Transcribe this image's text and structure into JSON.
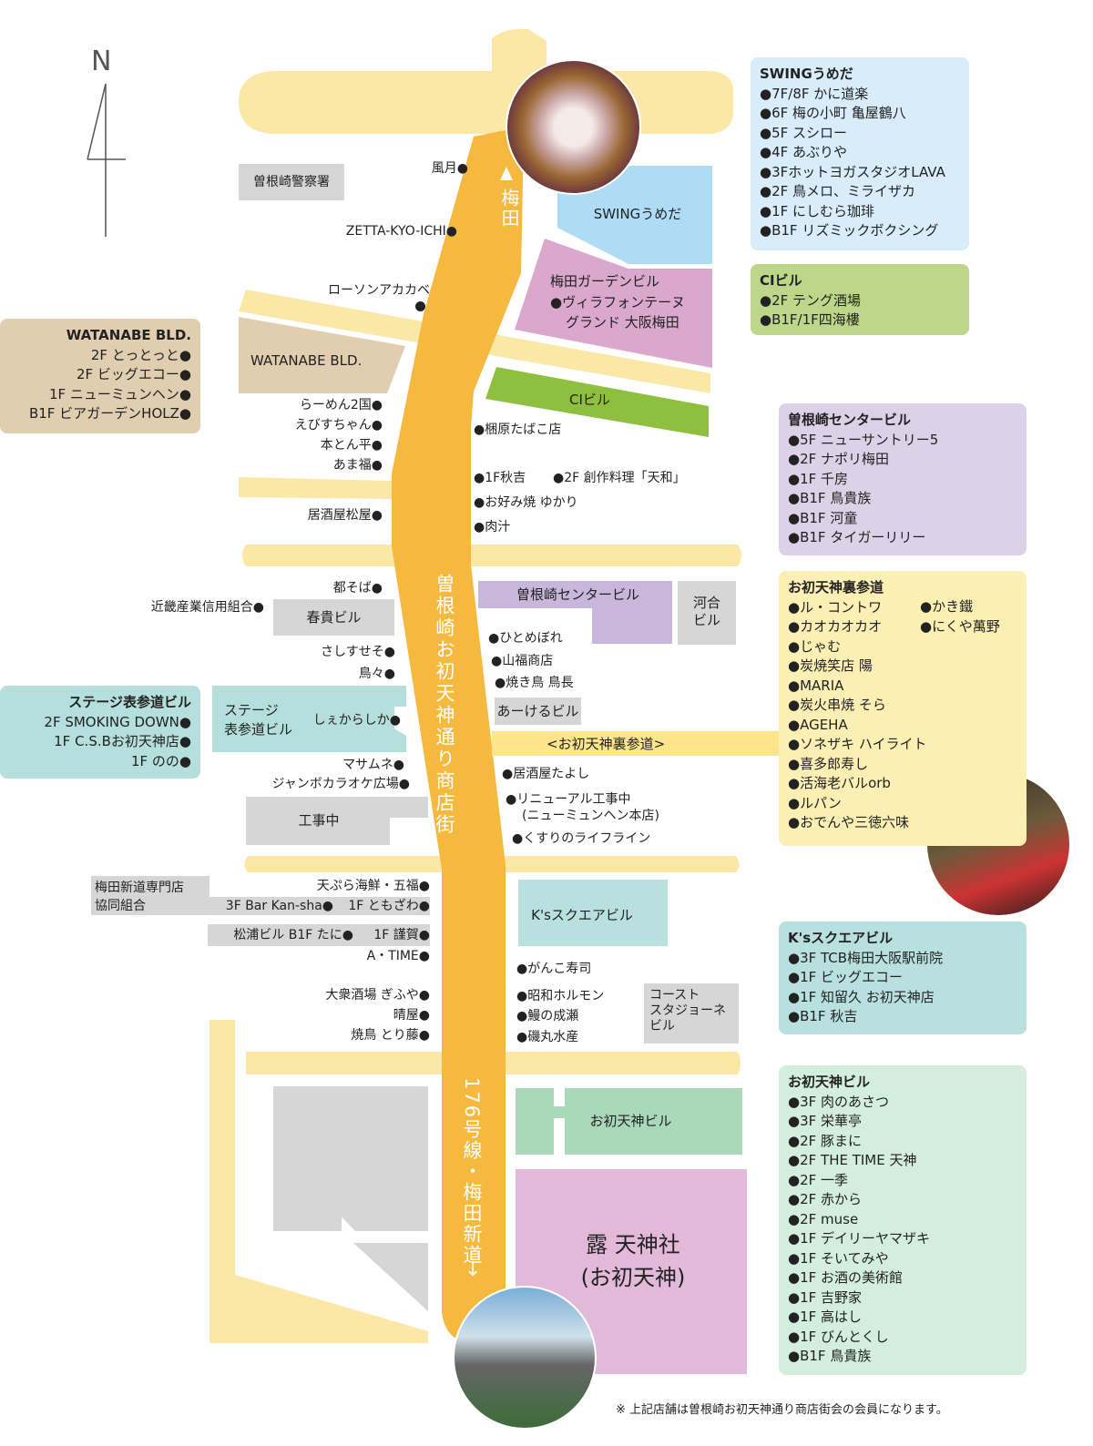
{
  "compass": {
    "letter": "N"
  },
  "streets": {
    "main_street": "曽根崎お初天神通り商店街",
    "umeda_label": "梅田",
    "route176": "176号線・梅田新道",
    "route_arrow": "↓",
    "ura_sando": "<お初天神裏参道>"
  },
  "buildings": {
    "police": "曽根崎警察署",
    "swing": "SWINGうめだ",
    "umeda_garden": "梅田ガーデンビル",
    "umeda_garden_sub1": "●ヴィラフォンテーヌ",
    "umeda_garden_sub2": "グランド 大阪梅田",
    "watanabe": "WATANABE BLD.",
    "ci": "CIビル",
    "sonezaki_center": "曽根崎センタービル",
    "kawai": "河合\nビル",
    "harutaka": "春貴ビル",
    "stage": "ステージ\n表参道ビル",
    "akeru": "あーけるビル",
    "koji": "工事中",
    "senmonten": "梅田新道専門店\n協同組合",
    "ks_square": "K'sスクエアビル",
    "coast": "コースト\nスタジョーネ\nビル",
    "ohatsu_bldg": "お初天神ビル",
    "shrine_line1": "露 天神社",
    "shrine_line2": "(お初天神)"
  },
  "shops_left": [
    "風月●",
    "ZETTA-KYO-ICHI●",
    "ローソンアカカベ",
    "らーめん2国●",
    "えびすちゃん●",
    "本とん平●",
    "あま福●",
    "居酒屋松屋●",
    "都そば●",
    "近畿産業信用組合●",
    "さしすせそ●",
    "鳥々●",
    "しぇからしか●",
    "マサムネ●",
    "ジャンボカラオケ広場●",
    "天ぷら海鮮・五福●",
    "3F Bar Kan-sha●",
    "1F ともざわ●",
    "松浦ビル B1F たに●",
    "1F 謹賀●",
    "A・TIME●",
    "大衆酒場 ぎふや●",
    "晴屋●",
    "焼鳥 とり藤●"
  ],
  "shops_right": [
    "●梱原たばこ店",
    "●1F秋吉",
    "●2F 創作料理「天和」",
    "●お好み焼 ゆかり",
    "●肉汁",
    "●ひとめぼれ",
    "●山福商店",
    "●焼き鳥 鳥長",
    "●居酒屋たよし",
    "●リニューアル工事中",
    "(ニューミュンヘン本店)",
    "●くすりのライフライン",
    "●がんこ寿司",
    "●昭和ホルモン",
    "●鰻の成瀬",
    "●磯丸水産"
  ],
  "panels": {
    "swing": {
      "title": "SWINGうめだ",
      "items": [
        "●7F/8F かに道楽",
        "●6F 梅の小町 亀屋鶴八",
        "●5F スシロー",
        "●4F あぶりや",
        "●3FホットヨガスタジオLAVA",
        "●2F 鳥メロ、ミライザカ",
        "●1F にしむら珈琲",
        "●B1F リズミックボクシング"
      ]
    },
    "ci": {
      "title": "CIビル",
      "items": [
        "●2F テング酒場",
        "●B1F/1F四海樓"
      ]
    },
    "watanabe": {
      "title": "WATANABE BLD.",
      "items": [
        "2F とっとっと●",
        "2F ビッグエコー●",
        "1F ニューミュンヘン●",
        "B1F ビアガーデンHOLZ●"
      ]
    },
    "sonezaki": {
      "title": "曽根崎センタービル",
      "items": [
        "●5F ニューサントリー5",
        "●2F ナポリ梅田",
        "●1F 千房",
        "●B1F 鳥貴族",
        "●B1F 河童",
        "●B1F タイガーリリー"
      ]
    },
    "ura": {
      "title": "お初天神裏参道",
      "col1": [
        "●ル・コントワ",
        "●カオカオカオ",
        "●じゃむ",
        "●炭焼笑店 陽",
        "●MARIA",
        "●炭火串焼 そら",
        "●AGEHA",
        "●ソネザキ ハイライト",
        "●喜多郎寿し",
        "●活海老バルorb",
        "●ルパン",
        "●おでんや三徳六味"
      ],
      "col2": [
        "●かき鐵",
        "●にくや萬野"
      ]
    },
    "stage": {
      "title": "ステージ表参道ビル",
      "items": [
        "2F SMOKING DOWN●",
        "1F C.S.Bお初天神店●",
        "1F のの●"
      ]
    },
    "ks": {
      "title": "K'sスクエアビル",
      "items": [
        "●3F TCB梅田大阪駅前院",
        "●1F ビッグエコー",
        "●1F 知留久 お初天神店",
        "●B1F 秋吉"
      ]
    },
    "ohatsu": {
      "title": "お初天神ビル",
      "items": [
        "●3F 肉のあさつ",
        "●3F 栄華亭",
        "●2F 豚まに",
        "●2F THE TIME 天神",
        "●2F 一季",
        "●2F 赤から",
        "●2F muse",
        "●1F デイリーヤマザキ",
        "●1F そいてみや",
        "●1F お酒の美術館",
        "●1F 吉野家",
        "●1F 高はし",
        "●1F びんとくし",
        "●B1F 鳥貴族"
      ]
    }
  },
  "footnote": "※ 上記店舗は曽根崎お初天神通り商店街会の会員になります。",
  "colors": {
    "road": "#fbe7a6",
    "street": "#f6b940",
    "swing": "#aedcf5",
    "garden": "#d9a8cc",
    "ci": "#8fbf3f",
    "watanabe": "#e1ceb0",
    "sonezaki": "#c9b6db",
    "gray": "#d6d6d6",
    "stage": "#b5dfdc",
    "ks": "#b7e0df",
    "ohatsu": "#a9d9b8",
    "shrine": "#e2b9d9",
    "ura": "#fde58b"
  }
}
